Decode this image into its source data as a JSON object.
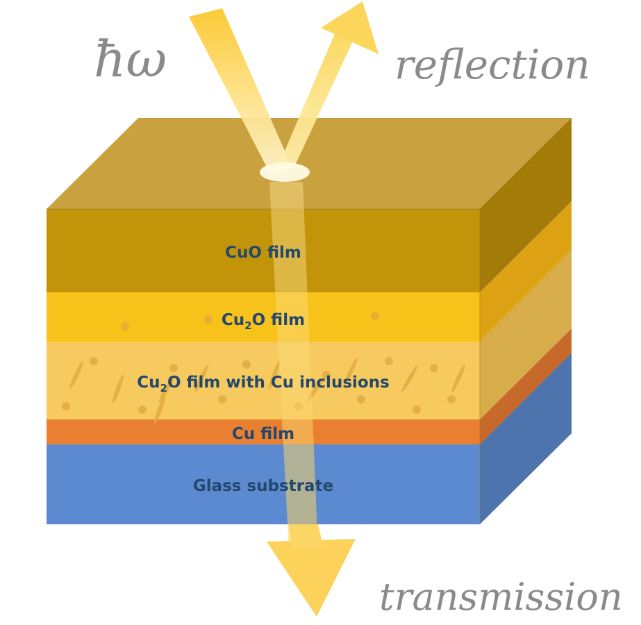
{
  "photon_label": "ħω",
  "reflection_label": "reflection",
  "transmission_label": "transmission",
  "layers": [
    {
      "main": "CuO film",
      "sub": "",
      "tail": "",
      "color": "#c1940a"
    },
    {
      "main": "Cu",
      "sub": "2",
      "tail": "O film",
      "color": "#f7c21a"
    },
    {
      "main": "Cu",
      "sub": "2",
      "tail": "O film with Cu inclusions",
      "color": "#f6ca5e"
    },
    {
      "main": "Cu film",
      "sub": "",
      "tail": "",
      "color": "#e97f31"
    },
    {
      "main": "Glass substrate",
      "sub": "",
      "tail": "",
      "color": "#5b8ad0"
    }
  ],
  "colors": {
    "light_beam": "#fcd96a",
    "label_text": "#24476d",
    "script_text": "#8a8a8a"
  }
}
